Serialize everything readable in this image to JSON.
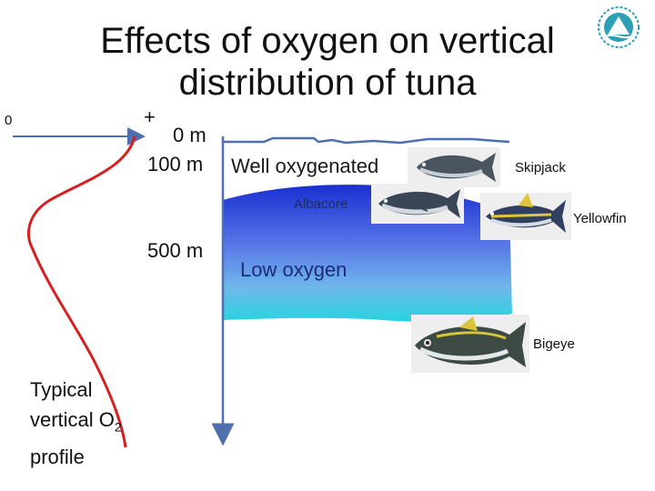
{
  "title": "Effects of oxygen on vertical distribution of tuna",
  "profile": {
    "zero_label": "0",
    "plus_label": "+",
    "caption_line1": "Typical",
    "caption_line2_prefix": "vertical O",
    "caption_line2_sub": "2",
    "caption_line3": "profile"
  },
  "depth_labels": {
    "surface": "0 m",
    "mid": "100 m",
    "deep": "500 m"
  },
  "zones": {
    "well_oxygenated": "Well oxygenated",
    "low_oxygen": "Low oxygen"
  },
  "species": {
    "skipjack": "Skipjack",
    "albacore": "Albacore",
    "yellowfin": "Yellowfin",
    "bigeye": "Bigeye"
  },
  "colors": {
    "axis_blue": "#4f6fae",
    "profile_red": "#d62020",
    "water_top": "#1f3fd6",
    "water_bottom": "#2fd6e0"
  }
}
